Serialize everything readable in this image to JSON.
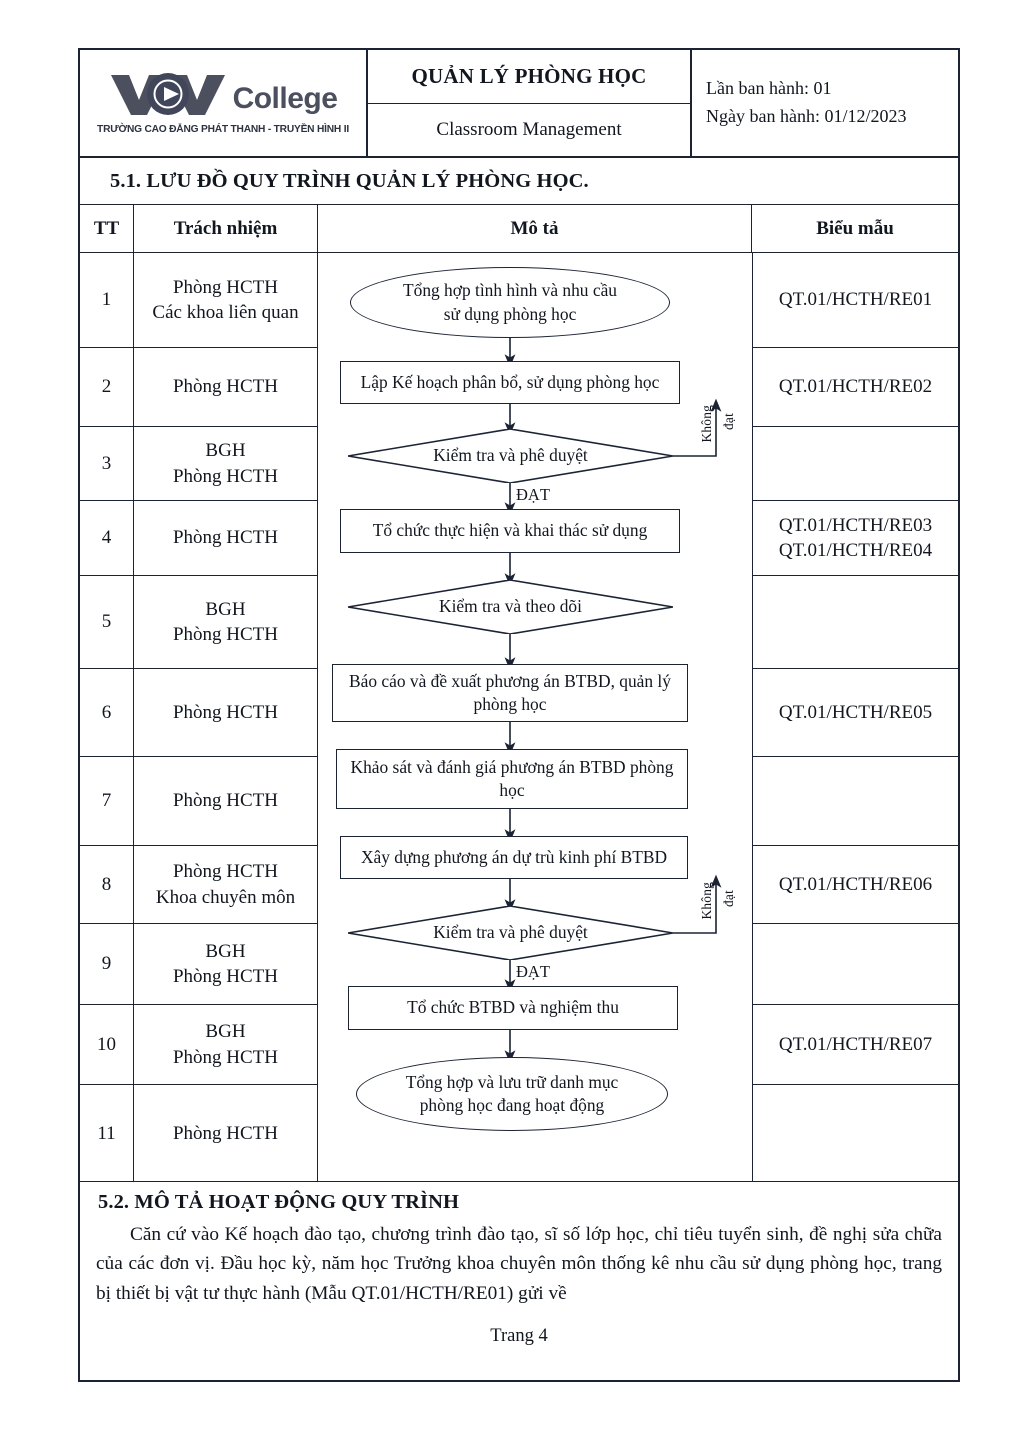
{
  "header": {
    "logo": {
      "wordmark": "VOV",
      "college": "College",
      "subtitle": "TRƯỜNG CAO ĐẲNG PHÁT THANH - TRUYỀN HÌNH II"
    },
    "title_vi": "QUẢN LÝ PHÒNG HỌC",
    "title_en": "Classroom Management",
    "issue_no": "Lần ban hành: 01",
    "issue_date": "Ngày ban hành: 01/12/2023"
  },
  "section51": {
    "title": "5.1. LƯU ĐỒ QUY TRÌNH QUẢN LÝ PHÒNG HỌC.",
    "columns": {
      "tt": "TT",
      "responsibility": "Trách nhiệm",
      "description": "Mô tả",
      "form": "Biểu mẫu"
    },
    "rows": [
      {
        "tt": "1",
        "responsibility": "Phòng HCTH\nCác khoa liên quan",
        "form": "QT.01/HCTH/RE01"
      },
      {
        "tt": "2",
        "responsibility": "Phòng HCTH",
        "form": "QT.01/HCTH/RE02"
      },
      {
        "tt": "3",
        "responsibility": "BGH\nPhòng HCTH",
        "form": ""
      },
      {
        "tt": "4",
        "responsibility": "Phòng HCTH",
        "form": "QT.01/HCTH/RE03\nQT.01/HCTH/RE04"
      },
      {
        "tt": "5",
        "responsibility": "BGH\nPhòng HCTH",
        "form": ""
      },
      {
        "tt": "6",
        "responsibility": "Phòng HCTH",
        "form": "QT.01/HCTH/RE05"
      },
      {
        "tt": "7",
        "responsibility": "Phòng HCTH",
        "form": ""
      },
      {
        "tt": "8",
        "responsibility": "Phòng HCTH\nKhoa chuyên môn",
        "form": "QT.01/HCTH/RE06"
      },
      {
        "tt": "9",
        "responsibility": "BGH\nPhòng HCTH",
        "form": ""
      },
      {
        "tt": "10",
        "responsibility": "BGH\nPhòng HCTH",
        "form": "QT.01/HCTH/RE07"
      },
      {
        "tt": "11",
        "responsibility": "Phòng HCTH",
        "form": ""
      }
    ],
    "flowchart": {
      "nodes": [
        {
          "id": "n1",
          "shape": "ellipse",
          "text": "Tổng hợp tình hình và nhu cầu\nsử dụng phòng học"
        },
        {
          "id": "n2",
          "shape": "process",
          "text": "Lập Kế hoạch phân bổ, sử dụng phòng học"
        },
        {
          "id": "n3",
          "shape": "decision",
          "text": "Kiểm tra và phê duyệt"
        },
        {
          "id": "n4",
          "shape": "process",
          "text": "Tổ chức thực hiện và khai thác sử dụng"
        },
        {
          "id": "n5",
          "shape": "decision",
          "text": "Kiểm tra và theo dõi"
        },
        {
          "id": "n6",
          "shape": "process",
          "text": "Báo cáo và đề xuất phương án BTBD,   quản lý\nphòng học"
        },
        {
          "id": "n7",
          "shape": "process",
          "text": "Khảo sát và đánh giá phương án BTBD phòng\nhọc"
        },
        {
          "id": "n8",
          "shape": "process",
          "text": "Xây dựng phương án dự trù kinh phí BTBD"
        },
        {
          "id": "n9",
          "shape": "decision",
          "text": "Kiểm tra và phê duyệt"
        },
        {
          "id": "n10",
          "shape": "process",
          "text": "Tổ chức BTBD và nghiệm thu"
        },
        {
          "id": "n11",
          "shape": "ellipse",
          "text": "Tổng hợp và lưu trữ danh mục\nphòng học đang hoạt động"
        }
      ],
      "edge_labels": {
        "pass_1": "ĐẠT",
        "fail_1a": "Không",
        "fail_1b": "đạt",
        "pass_2": "ĐẠT",
        "fail_2a": "Không",
        "fail_2b": "đạt"
      }
    }
  },
  "section52": {
    "title": "5.2. MÔ TẢ HOẠT ĐỘNG QUY TRÌNH",
    "paragraph": "Căn cứ vào Kế hoạch đào tạo, chương trình đào tạo, sĩ số lớp học, chỉ tiêu tuyển sinh, đề nghị sửa chữa của các đơn vị. Đầu học kỳ, năm học Trưởng khoa chuyên môn thống kê nhu cầu sử dụng phòng học, trang bị thiết bị vật tư thực hành (Mẫu QT.01/HCTH/RE01) gửi về"
  },
  "footer": {
    "page": "Trang 4"
  },
  "colors": {
    "ink": "#11161f",
    "rule": "#1b2334",
    "logo_gray": "#4b4f5e"
  }
}
